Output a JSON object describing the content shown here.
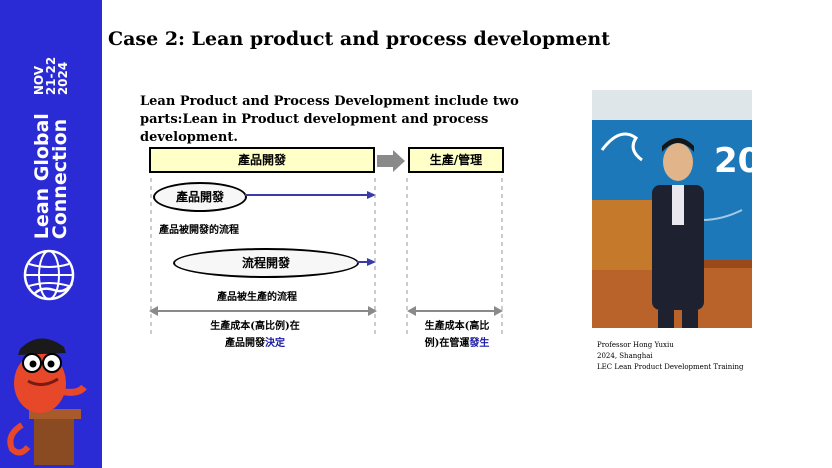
{
  "sidebar": {
    "brand_line1": "Lean Global",
    "brand_line2": "Connection",
    "dates_line1": "NOV",
    "dates_line2": "21-22",
    "dates_line3": "2024",
    "bg_color": "#2b2bd6",
    "globe_icon": "globe-icon",
    "mascot_icon": "chameleon-mascot-icon"
  },
  "slide": {
    "title": "Case 2: Lean product and process development",
    "intro": "Lean Product and Process Development include two parts:Lean in Product development and process development."
  },
  "diagram": {
    "bar_product": "產品開發",
    "bar_production": "生產/管理",
    "oval_product": "產品開發",
    "caption_product": "產品被開發的流程",
    "oval_process": "流程開發",
    "caption_process": "產品被生產的流程",
    "note_left_line1": "生產成本(高比例)在",
    "note_left_line2_prefix": "產品開發",
    "note_left_line2_hl": "決定",
    "note_right_line1": "生產成本(高比",
    "note_right_line2_prefix": "例)在管運",
    "note_right_line2_hl": "發生",
    "highlight_color": "#1a1aa8",
    "bar_fill": "#ffffc8"
  },
  "photo": {
    "banner_text": "20",
    "caption_line1": "Professor Hong Yuxiu",
    "caption_line2": "2024, Shanghai",
    "caption_line3": "LEC Lean Product Development Training"
  }
}
